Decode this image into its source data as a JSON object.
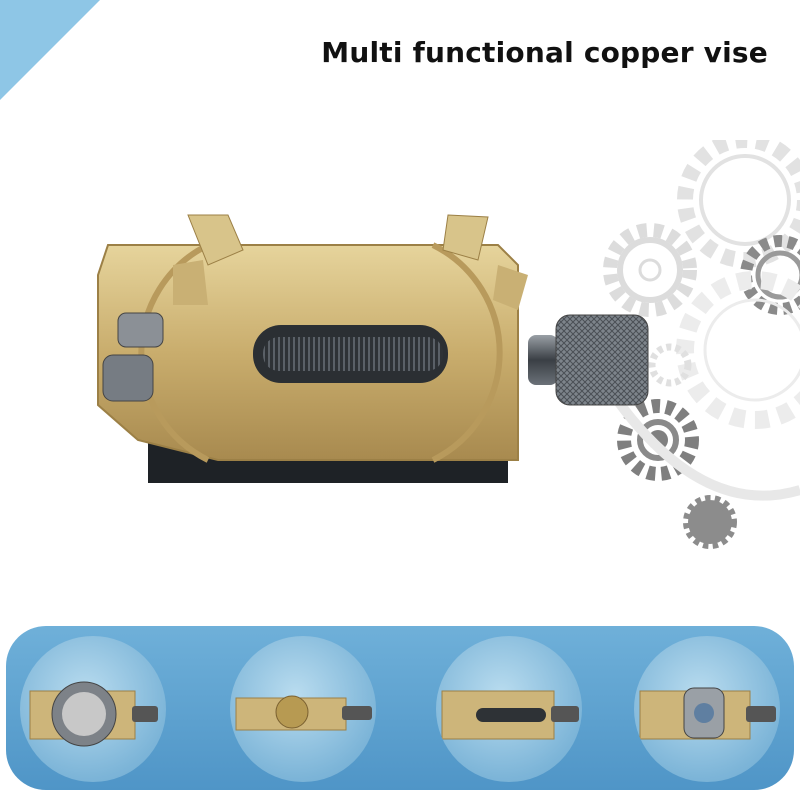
{
  "header": {
    "title": "Multi functional copper vise"
  },
  "colors": {
    "corner_accent": "#8ec6e6",
    "band": "#5a9fcf",
    "brass": "#cdb57a",
    "gear_light": "#d9d9d9",
    "gear_dark": "#7a7a7a"
  },
  "hero": {
    "image": "copper-vise-photo"
  },
  "gallery": {
    "items": [
      {
        "image": "vise-holding-watch-case"
      },
      {
        "image": "vise-holding-small-movement"
      },
      {
        "image": "vise-empty-open"
      },
      {
        "image": "vise-holding-watch-back"
      }
    ]
  }
}
